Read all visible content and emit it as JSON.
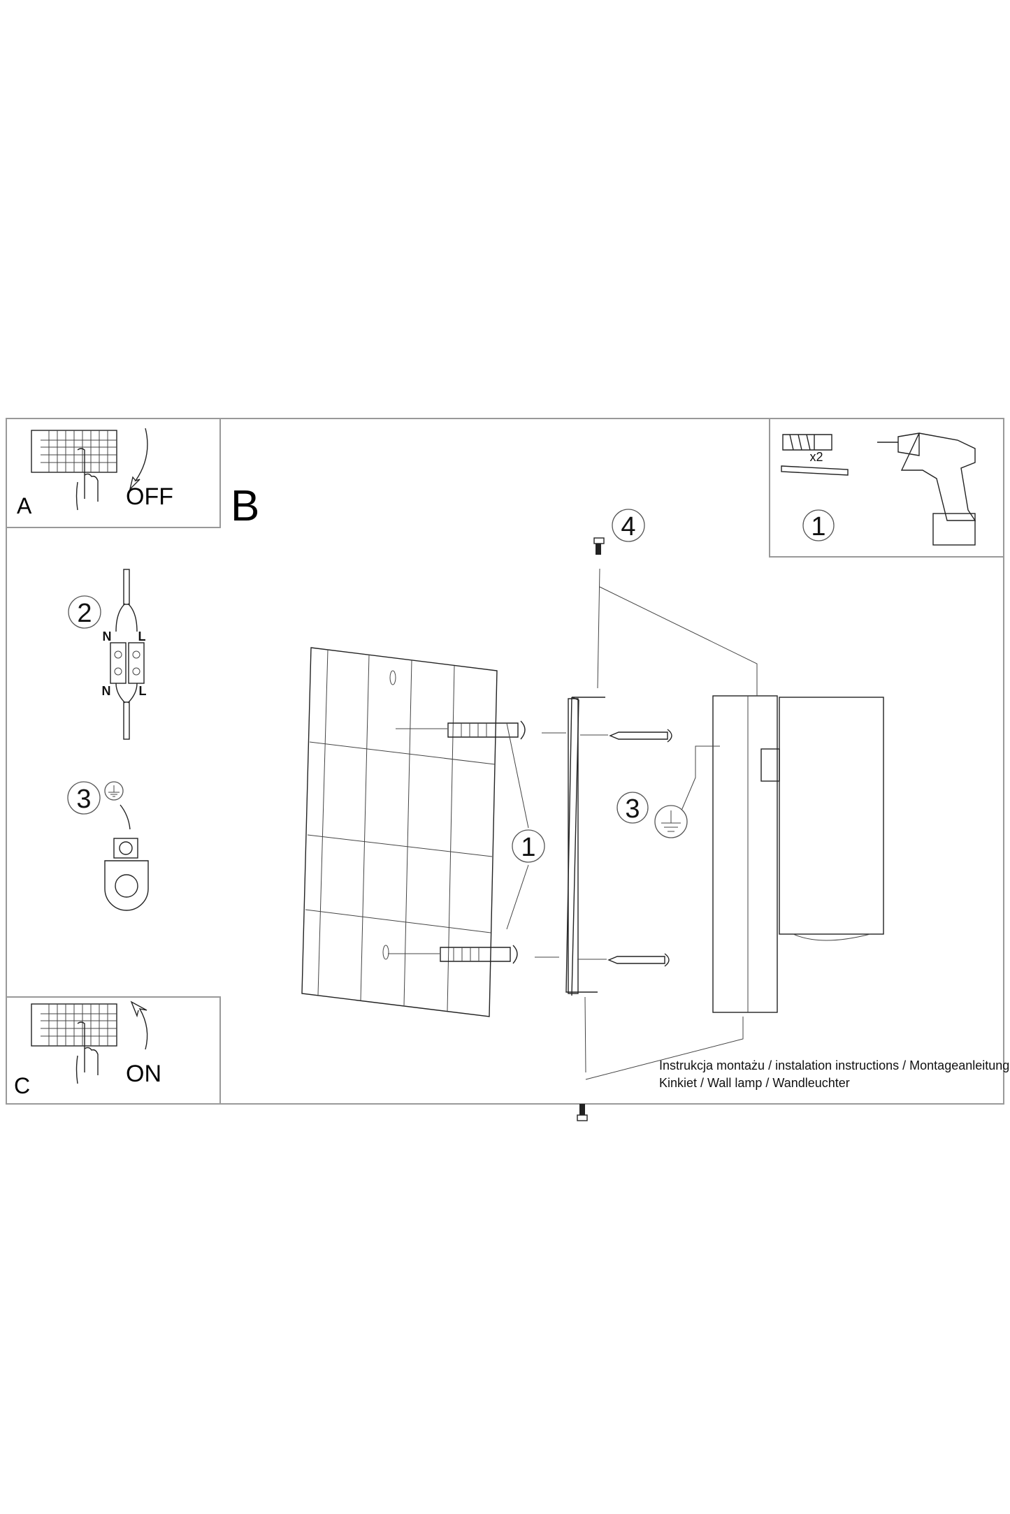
{
  "panel_a": {
    "letter": "A",
    "action": "OFF"
  },
  "panel_b": {
    "letter": "B"
  },
  "panel_c": {
    "letter": "C",
    "action": "ON"
  },
  "tools_box": {
    "quantity": "x2",
    "step": "1"
  },
  "wiring": {
    "step": "2",
    "neutral_top": "N",
    "live_top": "L",
    "neutral_bottom": "N",
    "live_bottom": "L"
  },
  "grounding": {
    "step": "3"
  },
  "main_diagram": {
    "step_wall": "1",
    "step_ground": "3",
    "step_screws": "4"
  },
  "caption": {
    "line1": "Instrukcja montażu / instalation instructions / Montageanleitung",
    "line2": "Kinkiet / Wall lamp / Wandleuchter"
  }
}
